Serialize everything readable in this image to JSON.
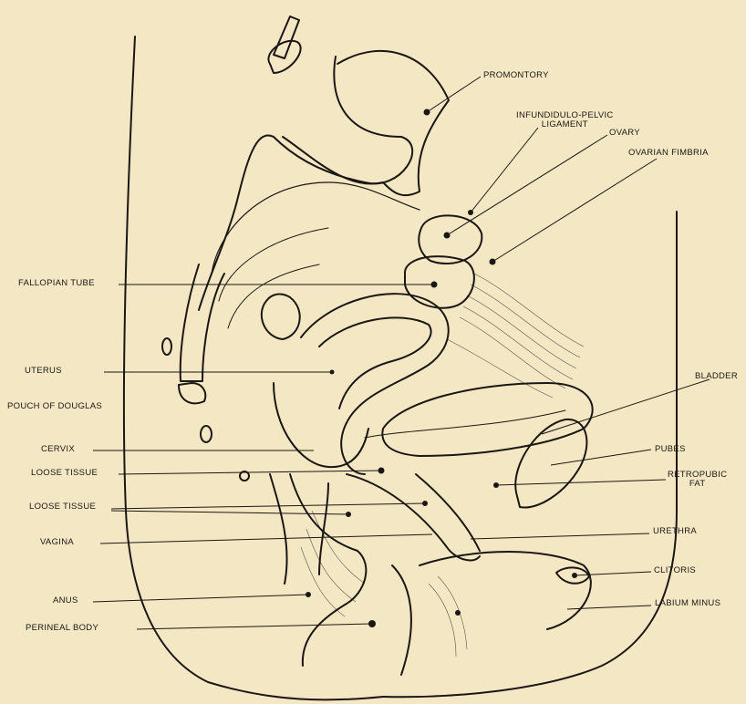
{
  "figure": {
    "background": "#f3e7c4",
    "ink": "#1a1714",
    "labels": {
      "promontory": "PROMONTORY",
      "infundibulo_line1": "INFUNDIDULO-PELVIC",
      "infundibulo_line2": "LIGAMENT",
      "ovary": "OVARY",
      "ovarian_fimbria": "OVARIAN FIMBRIA",
      "fallopian_tube": "FALLOPIAN TUBE",
      "uterus": "UTERUS",
      "pouch_of_douglas": "POUCH OF DOUGLAS",
      "bladder": "BLADDER",
      "cervix": "CERVIX",
      "pubes": "PUBES",
      "loose_tissue_1": "LOOSE TISSUE",
      "retropubic_line1": "RETROPUBIC",
      "retropubic_line2": "FAT",
      "loose_tissue_2": "LOOSE TISSUE",
      "vagina": "VAGINA",
      "urethra": "URETHRA",
      "clitoris": "CLITORIS",
      "anus": "ANUS",
      "labium_minus": "LABIUM MINUS",
      "perineal_body": "PERINEAL BODY"
    }
  }
}
